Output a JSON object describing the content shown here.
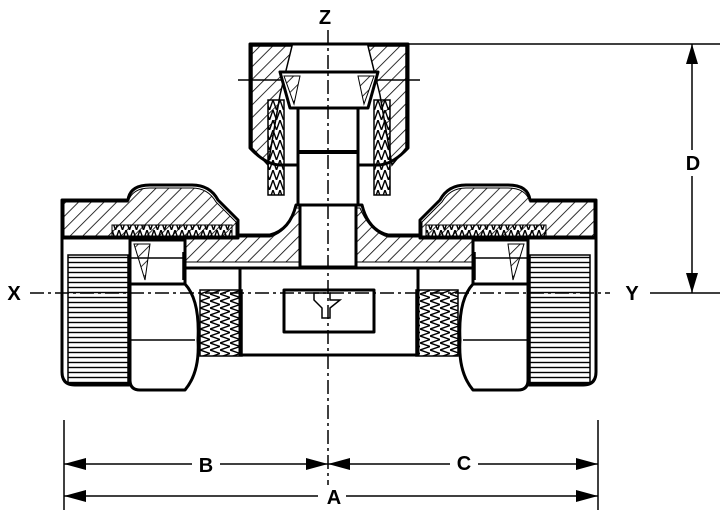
{
  "diagram": {
    "labels": {
      "top_axis": "Z",
      "left_axis": "X",
      "right_axis": "Y",
      "height_dimension": "D",
      "left_dimension": "B",
      "right_dimension": "C",
      "overall_dimension": "A"
    },
    "colors": {
      "ink": "#000000",
      "background": "#ffffff"
    }
  }
}
